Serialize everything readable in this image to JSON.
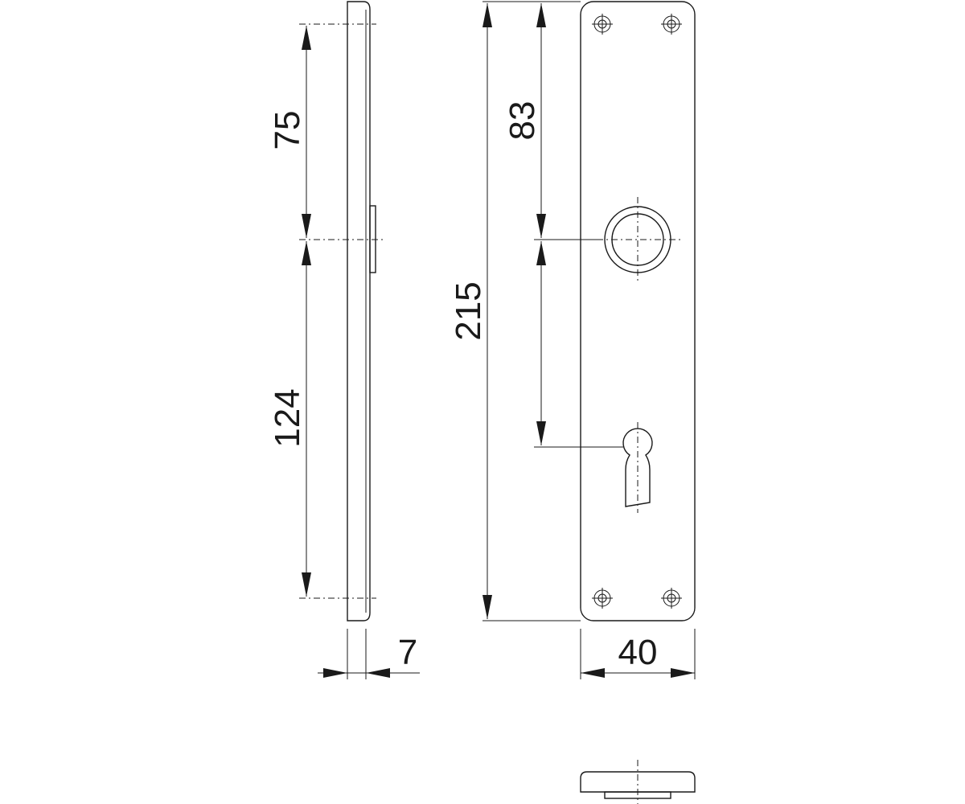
{
  "dimensions": {
    "upper_height": "75",
    "lower_height": "124",
    "thickness": "7",
    "total_length": "215",
    "handle_to_top": "83",
    "width": "40"
  },
  "colors": {
    "line": "#1a1a1a",
    "background": "#ffffff"
  }
}
